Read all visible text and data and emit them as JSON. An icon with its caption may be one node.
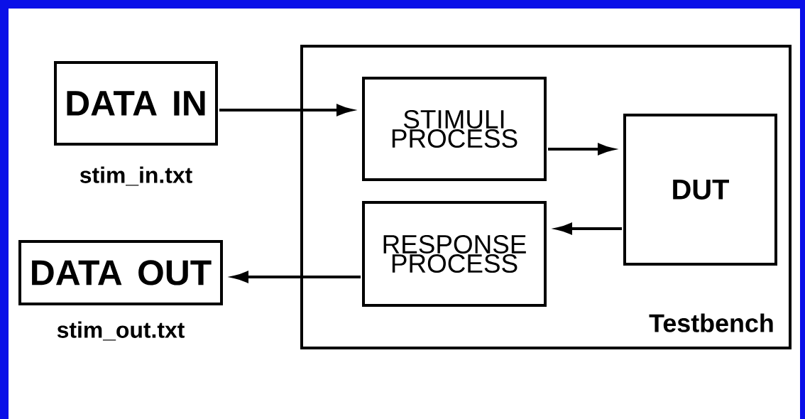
{
  "diagram": {
    "nodes": [
      {
        "text": [
          "DATA IN"
        ],
        "beside": [
          "stim_in.txt"
        ]
      },
      {
        "text": [
          "Testbench"
        ]
      },
      {
        "text": [
          "STIMULI PROCESS"
        ],
        "in": 1
      },
      {
        "text": [
          "DUT"
        ],
        "in": 1
      },
      {
        "text": [
          "RESPONSE PROCESS"
        ],
        "in": 1
      },
      {
        "text": [
          "DATA OUT"
        ],
        "beside": [
          "stim_out.txt"
        ]
      }
    ],
    "edges": [
      {
        "from": 0,
        "to": 2,
        "arrow": "to"
      },
      {
        "from": 2,
        "to": 3,
        "arrow": "to"
      },
      {
        "from": 3,
        "to": 4,
        "arrow": "to"
      },
      {
        "from": 4,
        "to": 5,
        "arrow": "to"
      }
    ]
  }
}
